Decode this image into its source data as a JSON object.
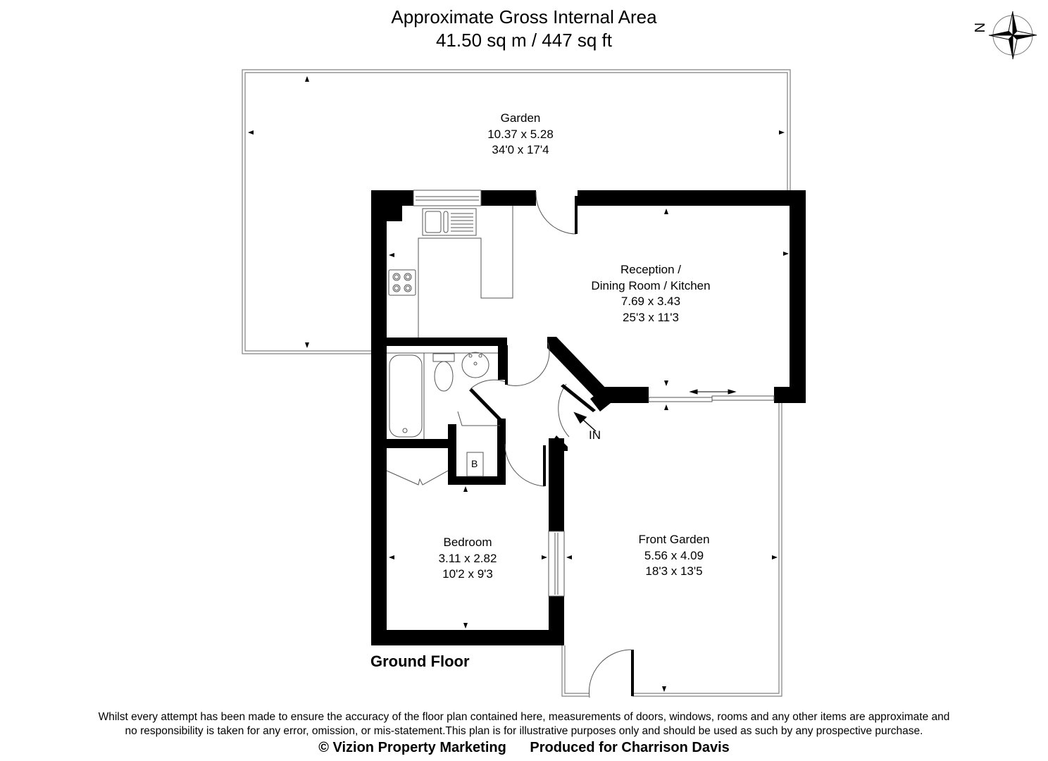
{
  "header": {
    "title": "Approximate Gross Internal Area",
    "area": "41.50 sq m / 447 sq ft"
  },
  "compass": {
    "label": "N",
    "icon": "compass-rose-icon"
  },
  "floor": {
    "name": "Ground Floor"
  },
  "rooms": [
    {
      "name": "Garden",
      "metric": "10.37 x 5.28",
      "imperial": "34'0 x 17'4"
    },
    {
      "name_line1": "Reception /",
      "name_line2": "Dining Room / Kitchen",
      "metric": "7.69 x 3.43",
      "imperial": "25'3 x 11'3"
    },
    {
      "name": "Bedroom",
      "metric": "3.11 x 2.82",
      "imperial": "10'2 x 9'3"
    },
    {
      "name": "Front Garden",
      "metric": "5.56 x 4.09",
      "imperial": "18'3 x 13'5"
    }
  ],
  "annotations": {
    "entrance": "IN",
    "boiler": "B"
  },
  "footer": {
    "disclaimer_line1": "Whilst every attempt has been made to ensure the accuracy of the floor plan contained here, measurements of doors, windows, rooms and any other items are approximate and",
    "disclaimer_line2": "no responsibility is taken for any error, omission, or mis-statement.This plan is for illustrative purposes only and should be used as such by any prospective purchase.",
    "copyright": "© Vizion Property Marketing",
    "produced_for": "Produced for Charrison Davis"
  },
  "colors": {
    "wall": "#000000",
    "outline": "#808080",
    "background": "#ffffff"
  }
}
